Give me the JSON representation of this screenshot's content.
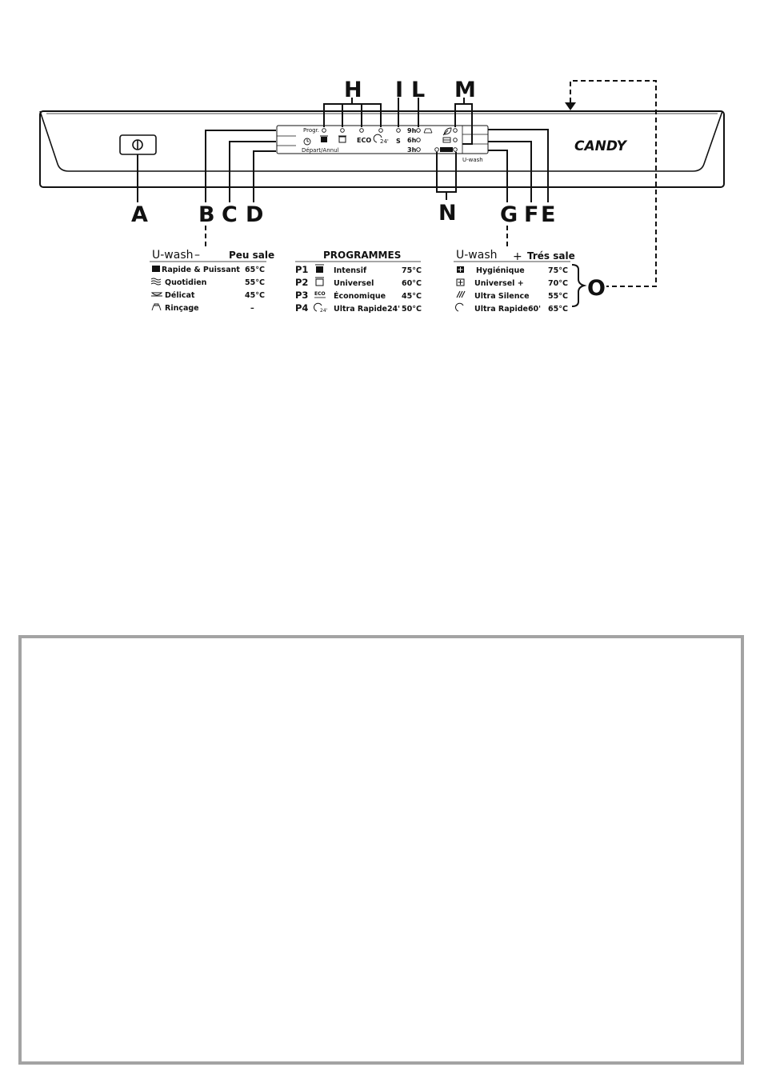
{
  "callouts": [
    "A",
    "B",
    "C",
    "D",
    "E",
    "F",
    "G",
    "H",
    "I",
    "L",
    "M",
    "N",
    "O"
  ],
  "panel": {
    "brand": "CANDY",
    "label_prog": "Progr.",
    "label_start": "Départ/Annul",
    "label_uwash": "U-wash",
    "delay_9h": "9h",
    "delay_6h": "6h",
    "delay_3h": "3h",
    "eco_symbol": "ECO",
    "ultrarapid_symbol": "24'",
    "salt_symbol": "S"
  },
  "tables": {
    "uwash_minus": {
      "title": "U-wash",
      "sign": "–",
      "subtitle": "Peu sale",
      "rows": [
        {
          "icon": "pot-icon",
          "name": "Rapide & Puissant",
          "temp": "65°C"
        },
        {
          "icon": "waves-icon",
          "name": "Quotidien",
          "temp": "55°C"
        },
        {
          "icon": "cup-icon",
          "name": "Délicat",
          "temp": "45°C"
        },
        {
          "icon": "rinse-icon",
          "name": "Rinçage",
          "temp": "–"
        }
      ]
    },
    "programmes": {
      "title": "PROGRAMMES",
      "rows": [
        {
          "code": "P1",
          "icon": "pot-icon",
          "name": "Intensif",
          "temp": "75°C"
        },
        {
          "code": "P2",
          "icon": "pot-outline-icon",
          "name": "Universel",
          "temp": "60°C"
        },
        {
          "code": "P3",
          "icon": "eco-icon",
          "name": "Économique",
          "temp": "45°C"
        },
        {
          "code": "P4",
          "icon": "ultrarapid24-icon",
          "name": "Ultra Rapide24'",
          "temp": "50°C"
        }
      ]
    },
    "uwash_plus": {
      "title": "U-wash",
      "sign": "+",
      "subtitle": "Trés sale",
      "rows": [
        {
          "icon": "hygienic-icon",
          "name": "Hygiénique",
          "temp": "75°C"
        },
        {
          "icon": "universal-plus-icon",
          "name": "Universel +",
          "temp": "70°C"
        },
        {
          "icon": "silence-icon",
          "name": "Ultra Silence",
          "temp": "55°C"
        },
        {
          "icon": "ultrarapid60-icon",
          "name": "Ultra Rapide60'",
          "temp": "65°C"
        }
      ]
    }
  }
}
